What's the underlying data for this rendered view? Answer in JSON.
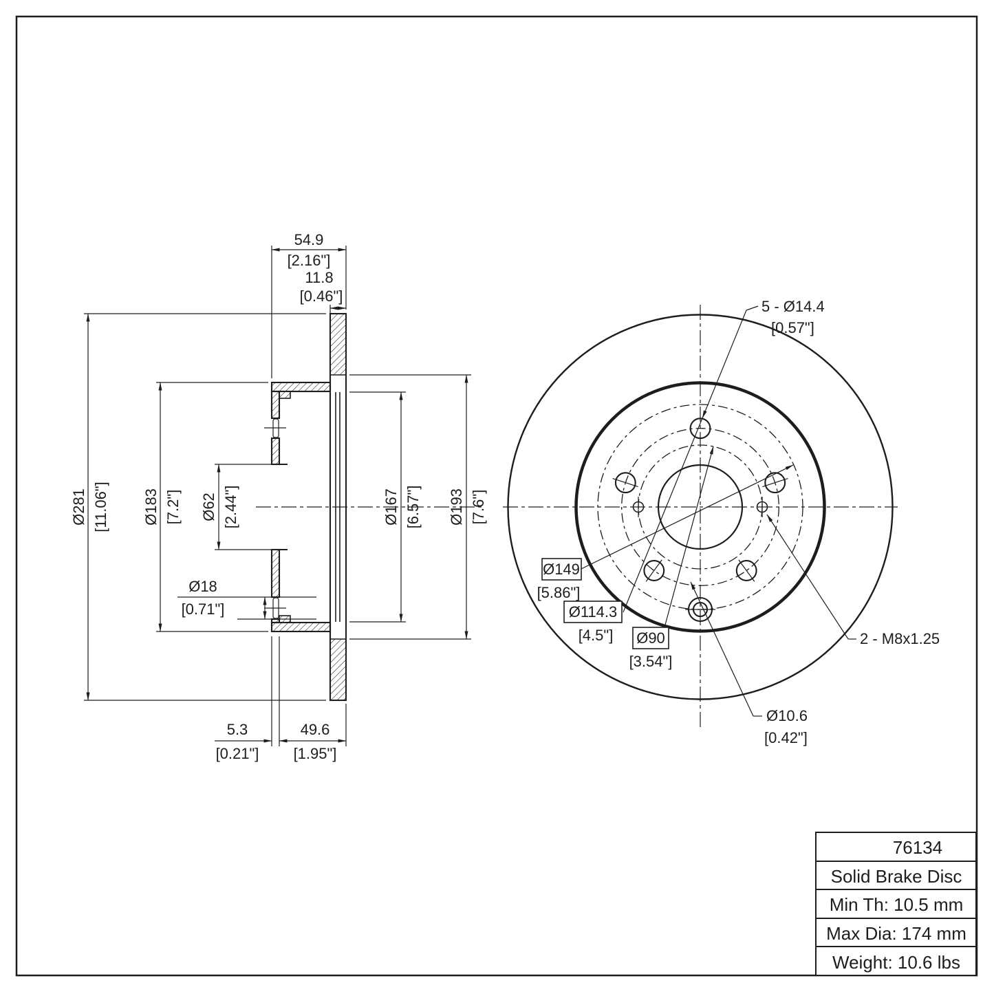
{
  "colors": {
    "ink": "#1d1d1d",
    "background": "#ffffff"
  },
  "title_block": {
    "part_number": "76134",
    "part_name": "Solid Brake Disc",
    "min_thickness": "Min Th: 10.5 mm",
    "max_diameter": "Max Dia: 174 mm",
    "weight": "Weight: 10.6 lbs"
  },
  "section_view": {
    "overall_width": {
      "mm": "54.9",
      "inch": "[2.16\"]"
    },
    "disc_thickness": {
      "mm": "11.8",
      "inch": "[0.46\"]"
    },
    "outer_diameter": {
      "mm": "Ø281",
      "inch": "[11.06\"]"
    },
    "hat_diameter": {
      "mm": "Ø183",
      "inch": "[7.2\"]"
    },
    "center_bore": {
      "mm": "Ø62",
      "inch": "[2.44\"]"
    },
    "hole_diameter": {
      "mm": "Ø18",
      "inch": "[0.71\"]"
    },
    "friction_inner_dia": {
      "mm": "Ø167",
      "inch": "[6.57\"]"
    },
    "hat_outer_dia": {
      "mm": "Ø193",
      "inch": "[7.6\"]"
    },
    "mount_thickness": {
      "mm": "5.3",
      "inch": "[0.21\"]"
    },
    "hat_depth": {
      "mm": "49.6",
      "inch": "[1.95\"]"
    }
  },
  "front_view": {
    "lug_holes": {
      "mm": "5 - Ø14.4",
      "inch": "[0.57\"]"
    },
    "bolt_circle_149": {
      "mm": "Ø149",
      "inch": "[5.86\"]"
    },
    "bolt_circle_114": {
      "mm": "Ø114.3",
      "inch": "[4.5\"]"
    },
    "bolt_circle_90": {
      "mm": "Ø90",
      "inch": "[3.54\"]"
    },
    "thread_spec": "2 - M8x1.25",
    "screw_hole": {
      "mm": "Ø10.6",
      "inch": "[0.42\"]"
    }
  }
}
